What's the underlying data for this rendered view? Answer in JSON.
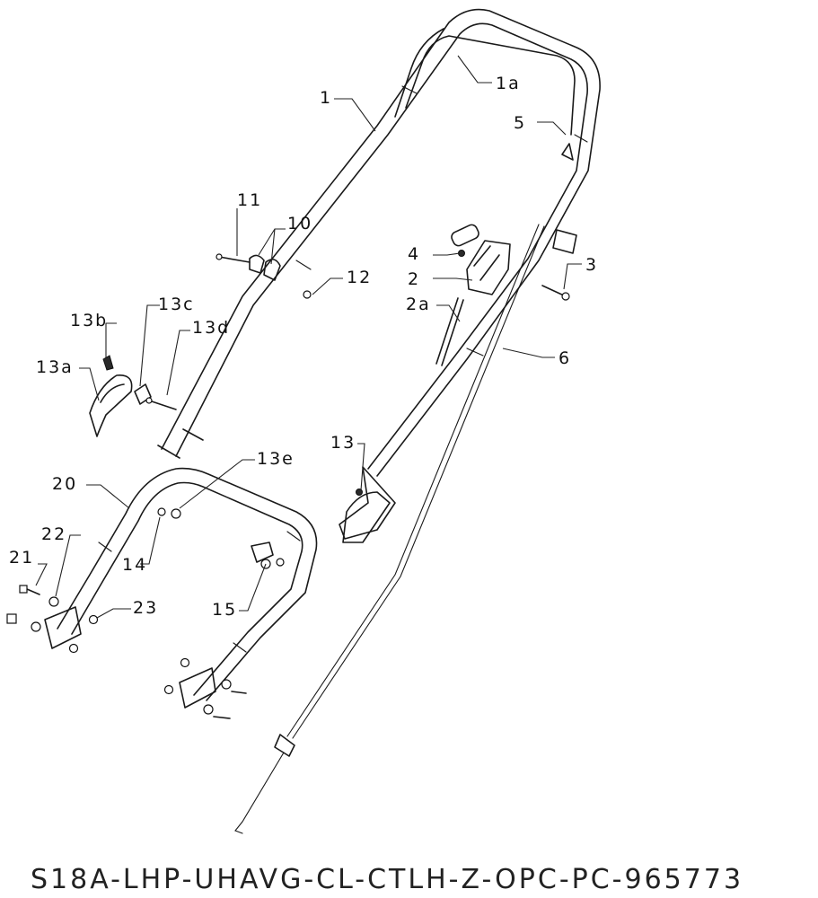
{
  "diagram": {
    "model_code": "S18A-LHP-UHAVG-CL-CTLH-Z-OPC-PC-965773",
    "callouts": {
      "p1": "1",
      "p1a": "1a",
      "p2": "2",
      "p2a": "2a",
      "p3": "3",
      "p4": "4",
      "p5": "5",
      "p6": "6",
      "p10": "10",
      "p11": "11",
      "p12": "12",
      "p13": "13",
      "p13a": "13a",
      "p13b": "13b",
      "p13c": "13c",
      "p13d": "13d",
      "p13e": "13e",
      "p14": "14",
      "p15": "15",
      "p20": "20",
      "p21": "21",
      "p22": "22",
      "p23": "23"
    }
  }
}
